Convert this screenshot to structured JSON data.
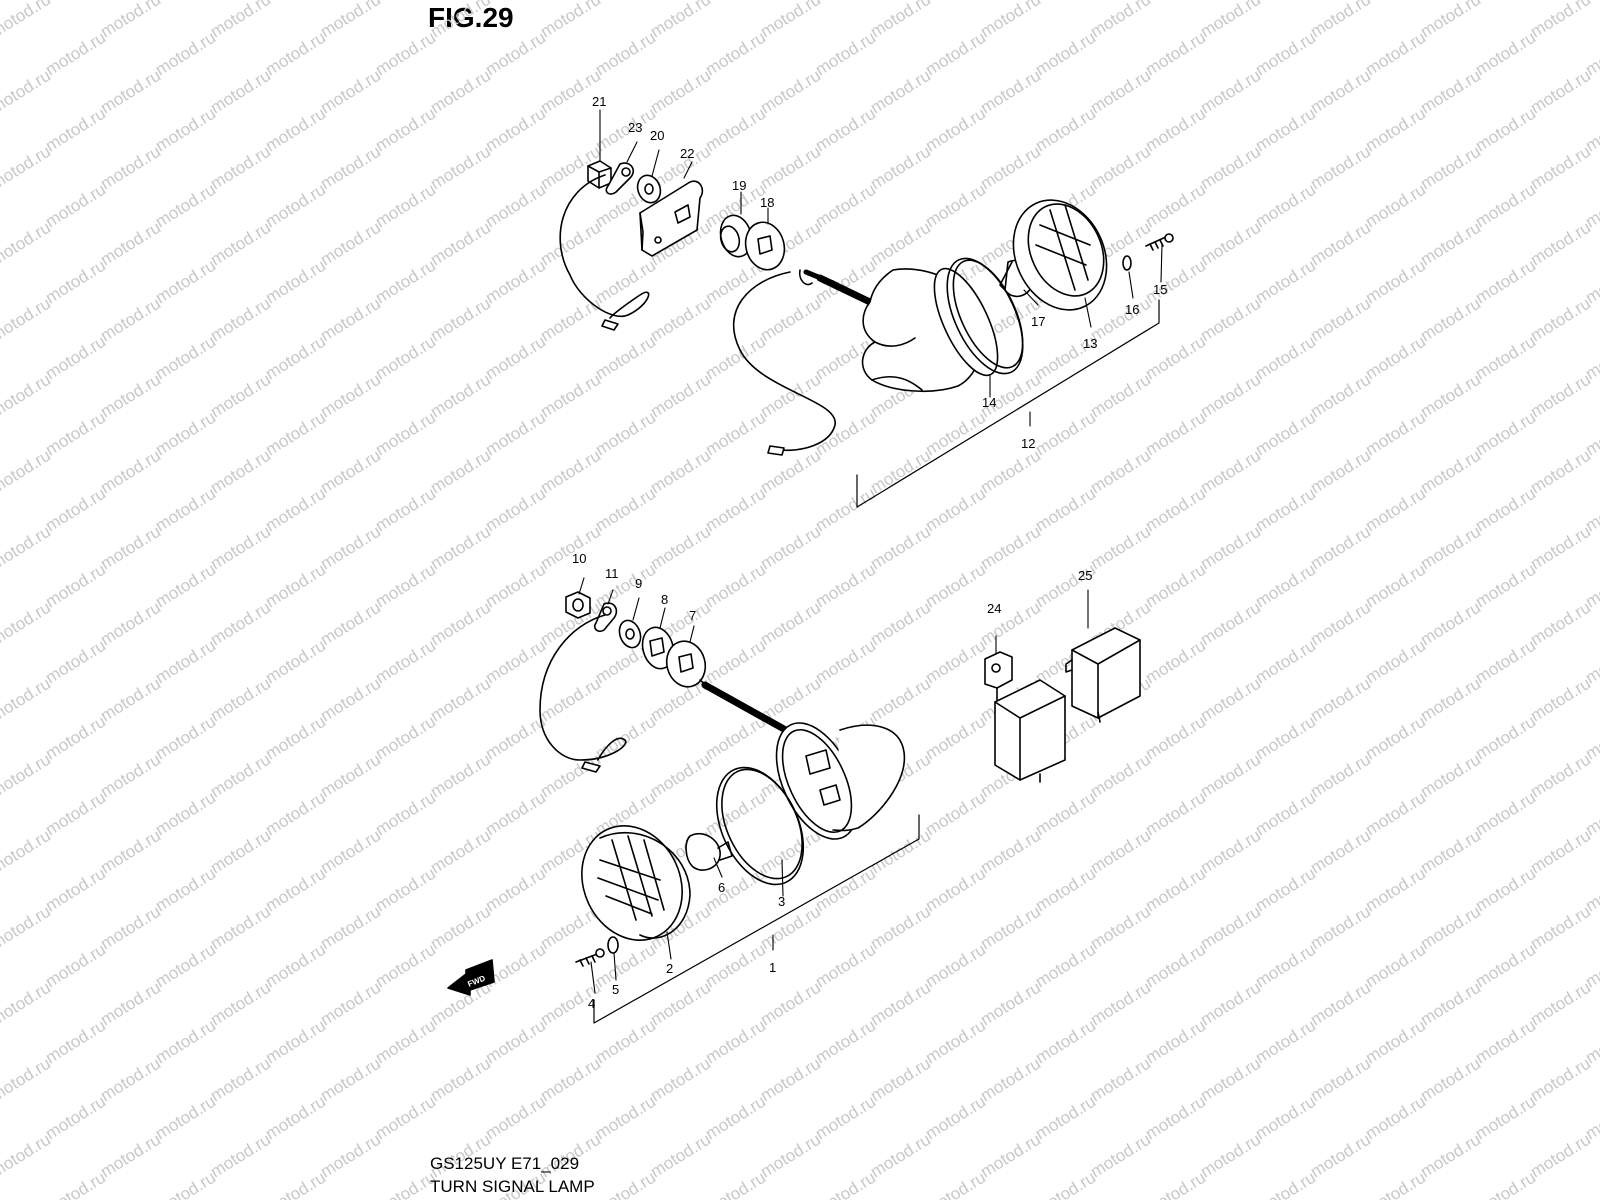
{
  "figure": {
    "title": "FIG.29",
    "model_code": "GS125UY E71_029",
    "name": "TURN SIGNAL LAMP",
    "fwd_label": "FWD",
    "watermark": "motod.ru"
  },
  "callouts": [
    "1",
    "2",
    "3",
    "4",
    "5",
    "6",
    "7",
    "8",
    "9",
    "10",
    "11",
    "12",
    "13",
    "14",
    "15",
    "16",
    "17",
    "18",
    "19",
    "20",
    "21",
    "22",
    "23",
    "24",
    "25"
  ],
  "colors": {
    "line": "#000000",
    "watermark": "#c8c8c8",
    "background": "#ffffff"
  }
}
